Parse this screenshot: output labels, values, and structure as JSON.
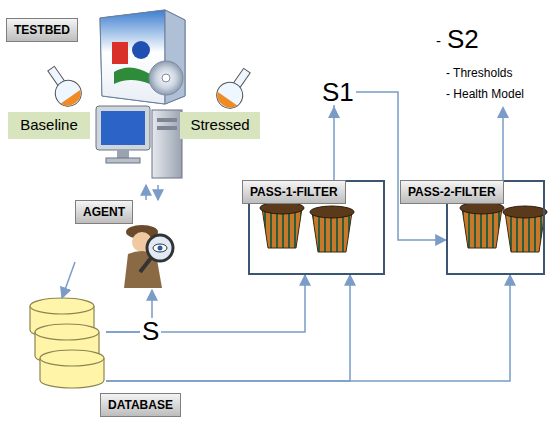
{
  "diagram": {
    "nodes": [
      {
        "text": [
          "TESTBED"
        ]
      },
      {
        "text": [
          "Baseline"
        ],
        "in": 0
      },
      {
        "text": [
          "Stressed"
        ],
        "in": 0
      },
      {
        "text": [
          "AGENT"
        ]
      },
      {
        "text": [
          "DATABASE"
        ]
      },
      {
        "text": [
          "PASS-1-FILTER"
        ]
      },
      {
        "text": [
          "PASS-2-FILTER"
        ]
      }
    ],
    "edges": [
      {
        "from": 0,
        "to": 3,
        "arrow": "to"
      },
      {
        "from": 3,
        "to": 0,
        "arrow": "to"
      },
      {
        "from": 3,
        "to": 4,
        "arrow": "to"
      },
      {
        "from": 4,
        "to": 3,
        "arrow": "to"
      },
      {
        "from": 4,
        "to": 5,
        "arrow": "to"
      },
      {
        "from": 4,
        "to": 5,
        "arrow": "to"
      },
      {
        "from": 4,
        "to": 6,
        "arrow": "to"
      },
      {
        "from": 5,
        "to": 6,
        "arrow": "to"
      }
    ],
    "labels": [
      "S",
      "S1",
      "-",
      "S2",
      "- Thresholds",
      "- Health Model"
    ]
  }
}
